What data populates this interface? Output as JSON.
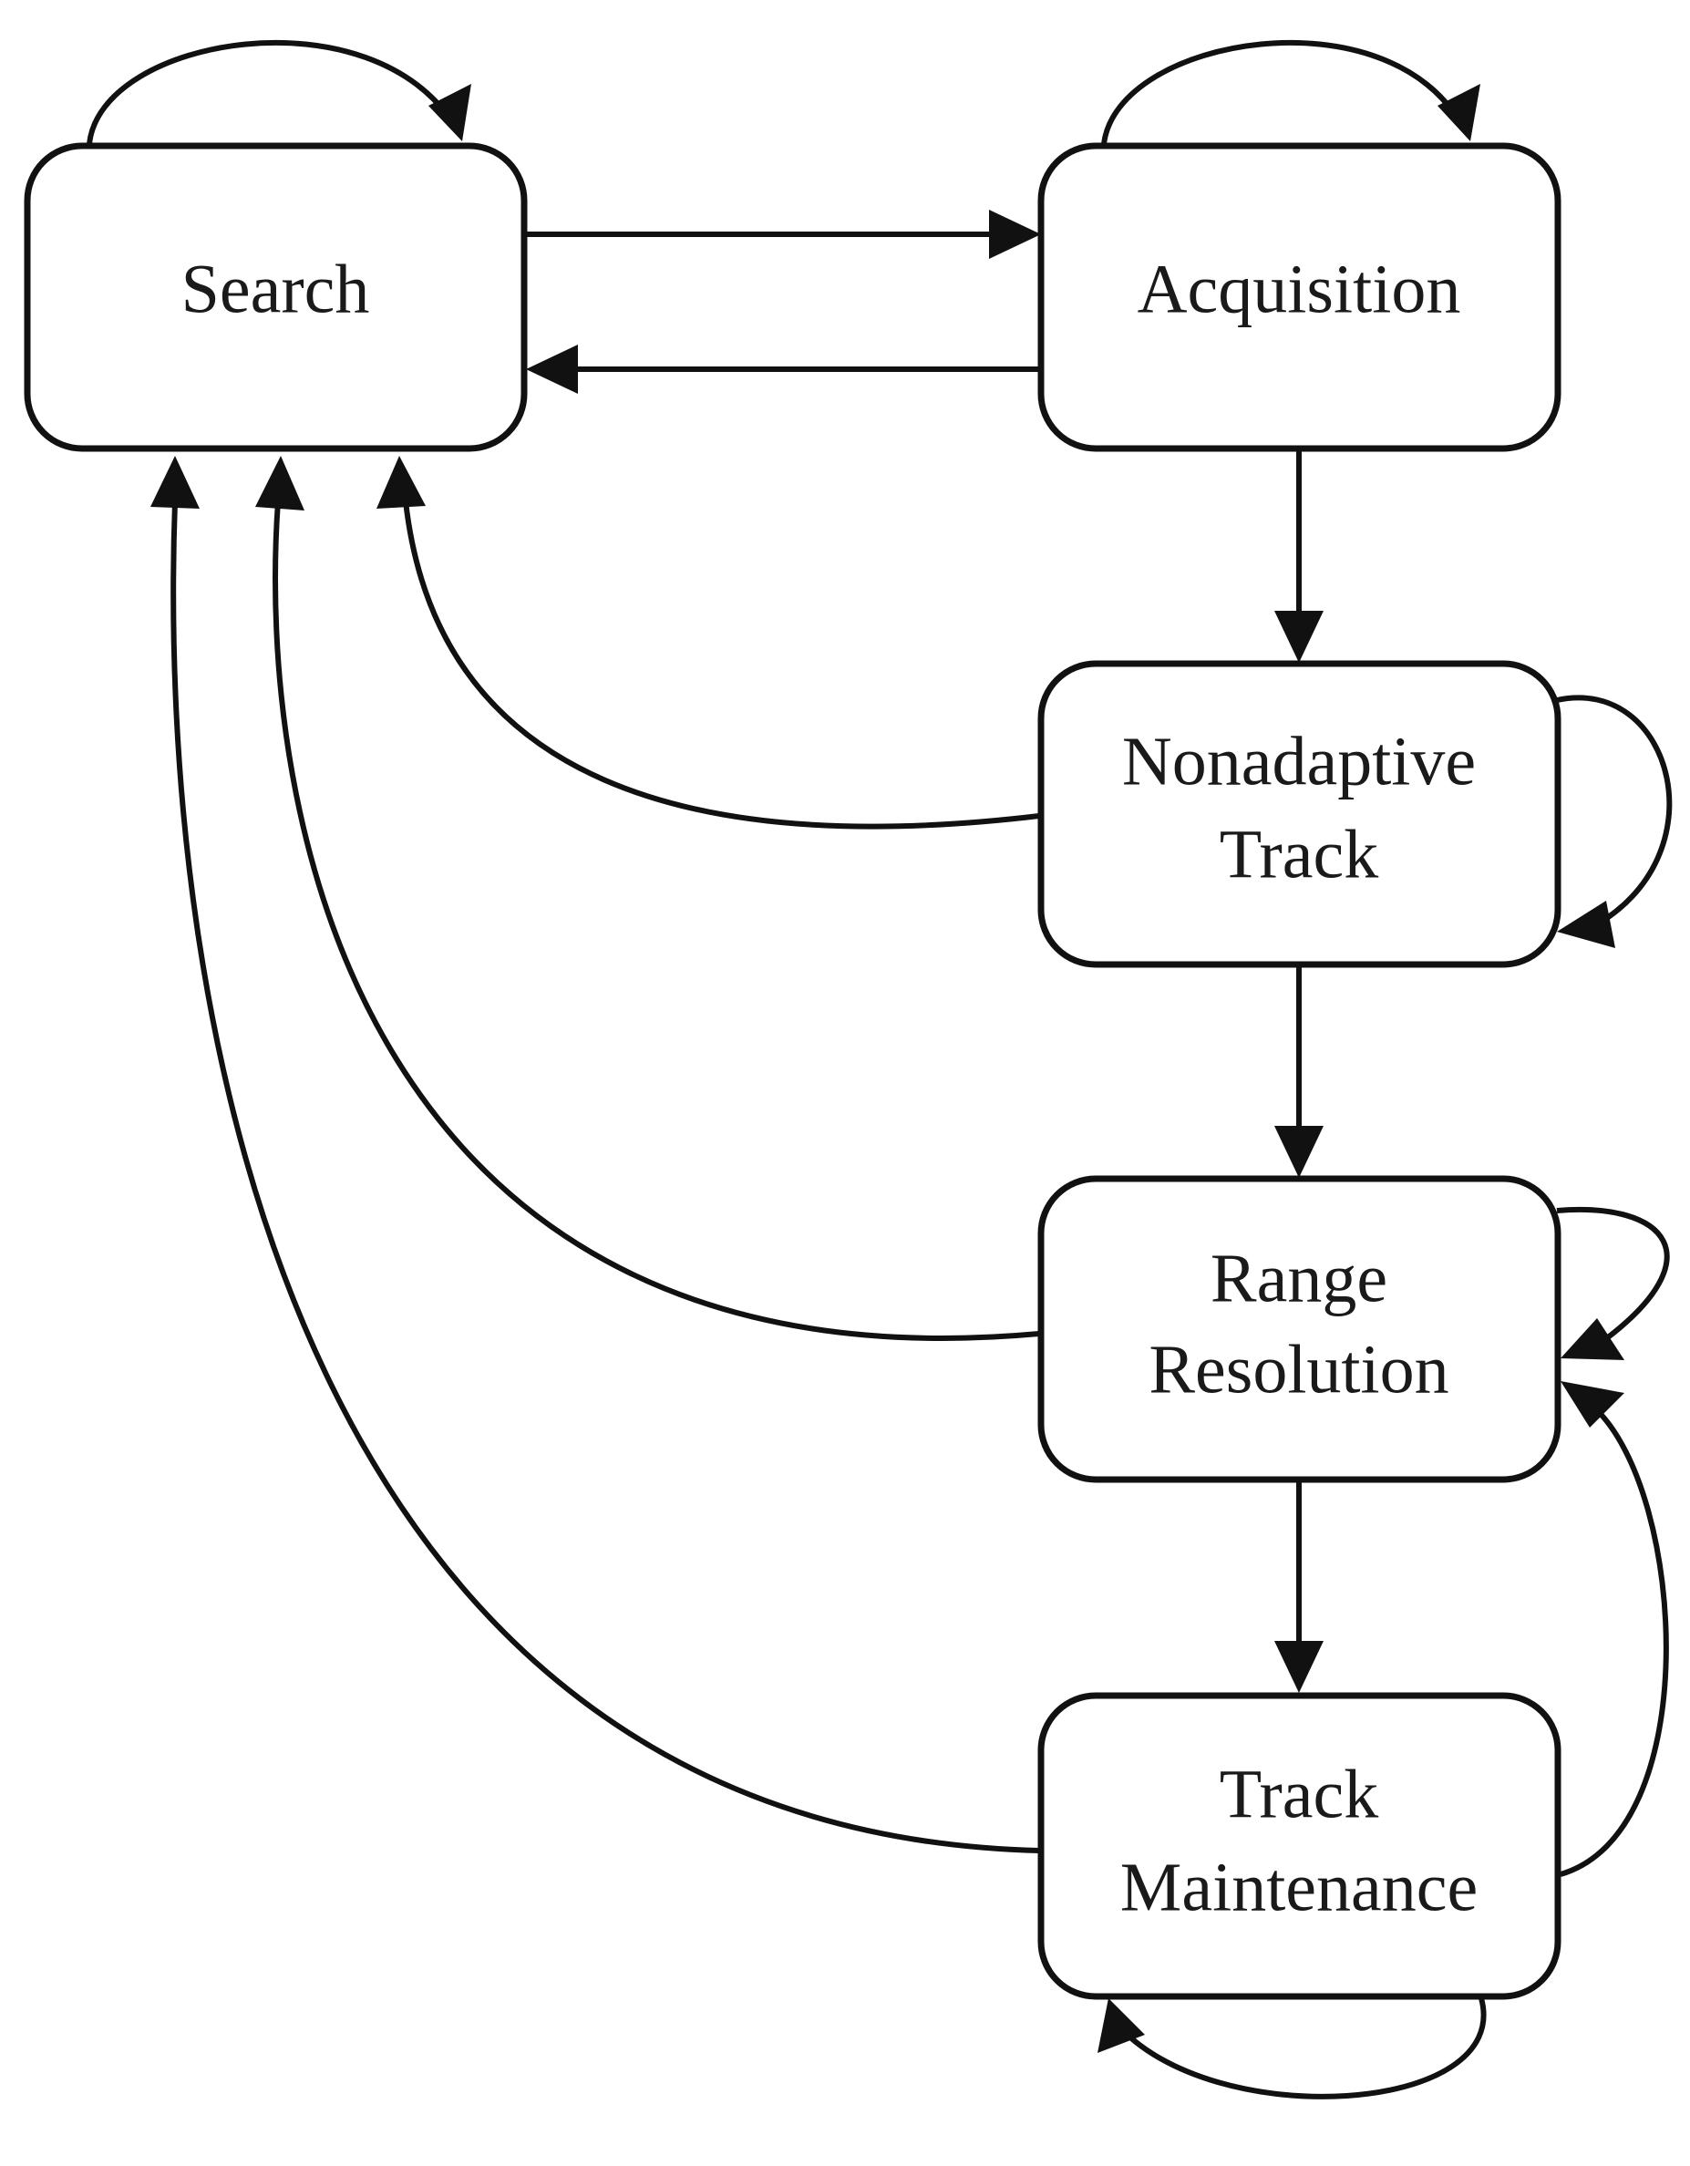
{
  "colors": {
    "stroke": "#111111",
    "text": "#1a1a1a",
    "background": "#ffffff"
  },
  "nodes": {
    "search": {
      "label": "Search"
    },
    "acquisition": {
      "label": "Acquisition"
    },
    "nonadaptive_track": {
      "line1": "Nonadaptive",
      "line2": "Track"
    },
    "range_resolution": {
      "line1": "Range",
      "line2": "Resolution"
    },
    "track_maintenance": {
      "line1": "Track",
      "line2": "Maintenance"
    }
  },
  "edges": [
    {
      "from": "search",
      "to": "search"
    },
    {
      "from": "search",
      "to": "acquisition"
    },
    {
      "from": "acquisition",
      "to": "search"
    },
    {
      "from": "acquisition",
      "to": "acquisition"
    },
    {
      "from": "acquisition",
      "to": "nonadaptive_track"
    },
    {
      "from": "nonadaptive_track",
      "to": "nonadaptive_track"
    },
    {
      "from": "nonadaptive_track",
      "to": "search"
    },
    {
      "from": "nonadaptive_track",
      "to": "range_resolution"
    },
    {
      "from": "range_resolution",
      "to": "range_resolution"
    },
    {
      "from": "range_resolution",
      "to": "search"
    },
    {
      "from": "range_resolution",
      "to": "track_maintenance"
    },
    {
      "from": "track_maintenance",
      "to": "range_resolution"
    },
    {
      "from": "track_maintenance",
      "to": "search"
    },
    {
      "from": "track_maintenance",
      "to": "track_maintenance"
    }
  ]
}
